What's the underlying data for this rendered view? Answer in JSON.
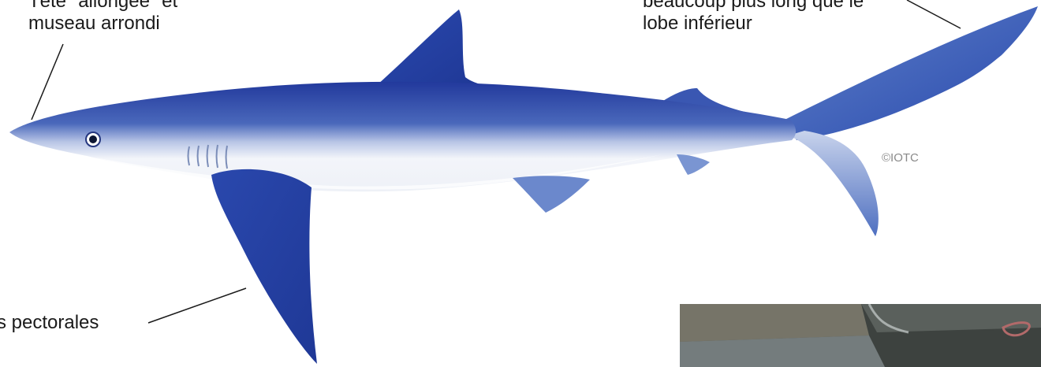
{
  "labels": {
    "head_line1": "Tête \"allongée\" et",
    "head_line2": "museau arrondi",
    "tail_line1": "beaucoup plus long que le",
    "tail_line2": "lobe inférieur",
    "pectoral": "s pectorales"
  },
  "copyright": "©IOTC",
  "colors": {
    "shark_dark": "#2a46a8",
    "shark_mid": "#5c7cc6",
    "shark_belly": "#f4f6fa",
    "line": "#1a1a1a"
  }
}
